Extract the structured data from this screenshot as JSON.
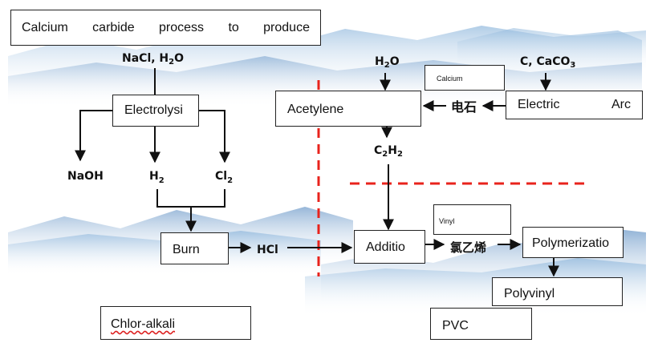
{
  "title": "Calcium carbide process to produce",
  "chlor_alkali": {
    "feed": "NaCl, H2O",
    "electrolysis": "Electrolysi",
    "products": {
      "naoh": "NaOH",
      "h2": "H2",
      "cl2": "Cl2"
    },
    "burn": "Burn",
    "hcl": "HCl",
    "section_label": "Chlor-alkali"
  },
  "carbide": {
    "water": "H2O",
    "feed": "C, CaCO3",
    "electric_arc": [
      "Electric",
      "Arc"
    ],
    "calcium_label": "Calcium",
    "calcium_carbide": "电石",
    "acetylene": "Acetylene",
    "c2h2": "C2H2"
  },
  "vcm": {
    "addition": "Additio",
    "vinyl_label": "Vinyl",
    "vinyl_chloride": "氯乙烯"
  },
  "pvc_section": {
    "polymerization": "Polymerizatio",
    "polyvinyl": "Polyvinyl",
    "pvc": "PVC"
  },
  "colors": {
    "divider": "#e8231c",
    "line": "#111111",
    "mountain": "#7fa9cf"
  }
}
